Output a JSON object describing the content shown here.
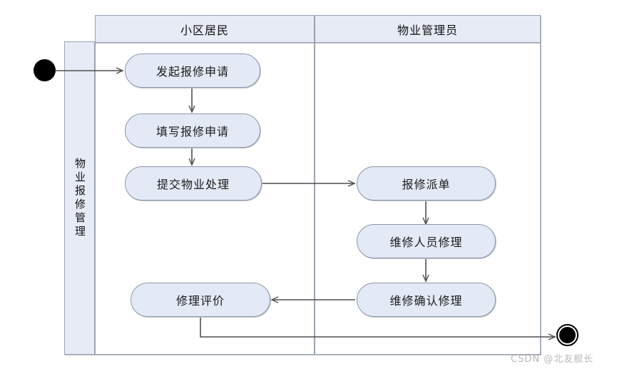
{
  "diagram": {
    "title": "物业报修管理",
    "pool_label": "物业报修管理",
    "lanes": [
      {
        "id": "resident",
        "label": "小区居民"
      },
      {
        "id": "manager",
        "label": "物业管理员"
      }
    ],
    "nodes": [
      {
        "id": "start",
        "type": "initial-node",
        "label": ""
      },
      {
        "id": "n1",
        "type": "action",
        "label": "发起报修申请",
        "lane": "resident"
      },
      {
        "id": "n2",
        "type": "action",
        "label": "填写报修申请",
        "lane": "resident"
      },
      {
        "id": "n3",
        "type": "action",
        "label": "提交物业处理",
        "lane": "resident"
      },
      {
        "id": "n4",
        "type": "action",
        "label": "报修派单",
        "lane": "manager"
      },
      {
        "id": "n5",
        "type": "action",
        "label": "维修人员修理",
        "lane": "manager"
      },
      {
        "id": "n6",
        "type": "action",
        "label": "维修确认修理",
        "lane": "manager"
      },
      {
        "id": "n7",
        "type": "action",
        "label": "修理评价",
        "lane": "resident"
      },
      {
        "id": "end",
        "type": "final-node",
        "label": ""
      }
    ],
    "edges": [
      {
        "from": "start",
        "to": "n1"
      },
      {
        "from": "n1",
        "to": "n2"
      },
      {
        "from": "n2",
        "to": "n3"
      },
      {
        "from": "n3",
        "to": "n4"
      },
      {
        "from": "n4",
        "to": "n5"
      },
      {
        "from": "n5",
        "to": "n6"
      },
      {
        "from": "n6",
        "to": "n7"
      },
      {
        "from": "n7",
        "to": "end"
      }
    ]
  },
  "watermark": {
    "text": "CSDN @北友舰长"
  },
  "colors": {
    "node_fill": "#e3e9f5",
    "node_stroke": "#8e98a8",
    "lane_fill": "#e6ebf6",
    "lane_stroke": "#9aa3b0",
    "edge_stroke": "#4f4f4f",
    "terminal_fill": "#000000",
    "watermark": "#b9b9b9"
  }
}
